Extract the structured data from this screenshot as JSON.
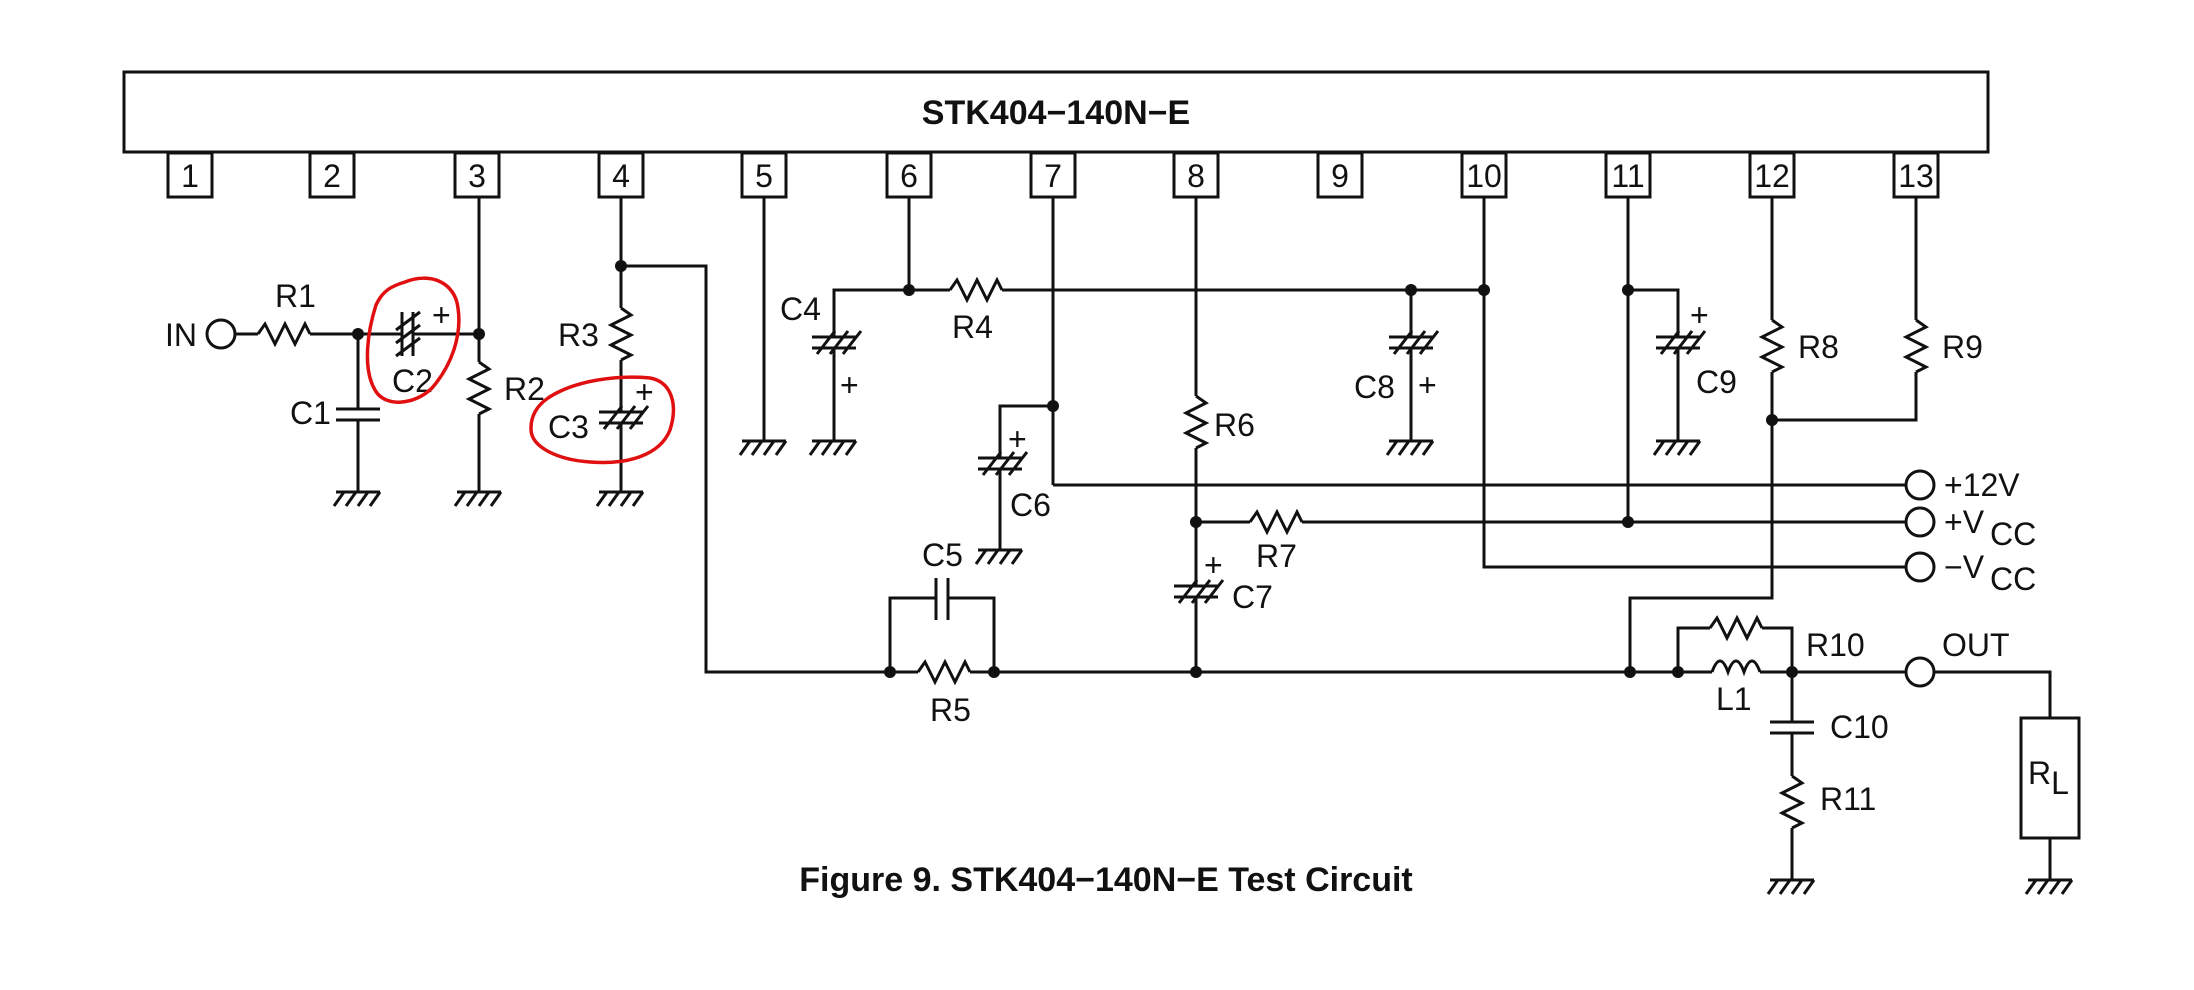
{
  "ic": {
    "name": "STK404−140N−E",
    "pins": [
      "1",
      "2",
      "3",
      "4",
      "5",
      "6",
      "7",
      "8",
      "9",
      "10",
      "11",
      "12",
      "13"
    ]
  },
  "components": {
    "R1": "R1",
    "R2": "R2",
    "R3": "R3",
    "R4": "R4",
    "R5": "R5",
    "R6": "R6",
    "R7": "R7",
    "R8": "R8",
    "R9": "R9",
    "R10": "R10",
    "R11": "R11",
    "C1": "C1",
    "C2": "C2",
    "C3": "C3",
    "C4": "C4",
    "C5": "C5",
    "C6": "C6",
    "C7": "C7",
    "C8": "C8",
    "C9": "C9",
    "C10": "C10",
    "L1": "L1",
    "RL_main": "R",
    "RL_sub": "L"
  },
  "polarity": "+",
  "terminals": {
    "input": "IN",
    "plus12v": "+12V",
    "vcc_plus_prefix": "+V",
    "vcc_minus_prefix": "−V",
    "vcc_sub": "CC",
    "output": "OUT"
  },
  "annotation_color": "#e01010",
  "caption": "Figure 9. STK404−140N−E Test Circuit"
}
